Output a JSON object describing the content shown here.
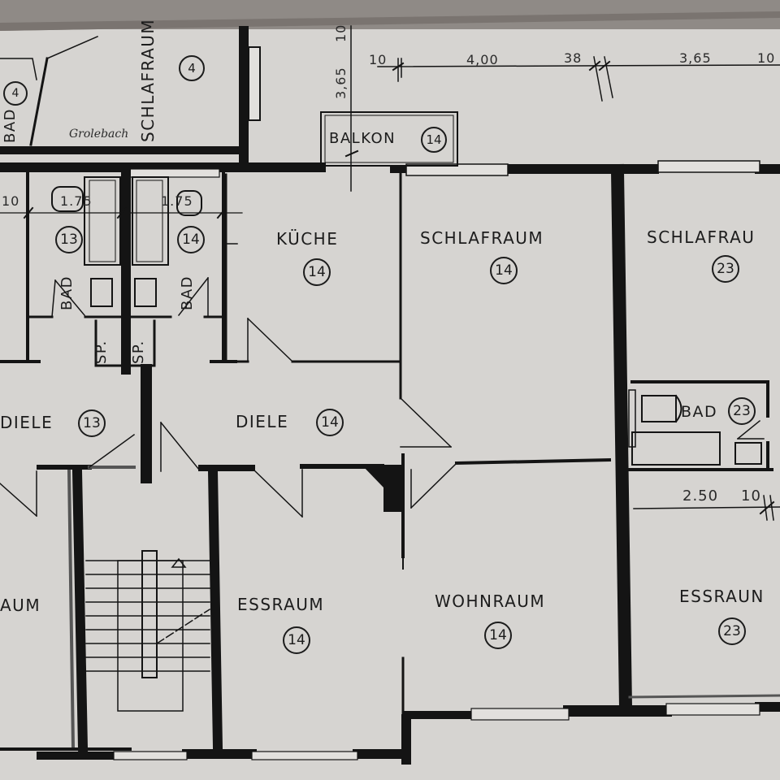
{
  "plan": {
    "paper_color": "#d8d6d3",
    "ink_color": "#141414",
    "backdrop_color": "#8f8a86",
    "handwritten_note": "Grolebach"
  },
  "rooms": {
    "top_bad": {
      "label": "BAD",
      "unit": "4"
    },
    "top_schlafraum": {
      "label": "SCHLAFRAUM",
      "unit": "4"
    },
    "balkon": {
      "label": "BALKON",
      "unit": "14"
    },
    "bad_13": {
      "label": "BAD",
      "unit": "13",
      "sp": "SP."
    },
    "bad_14": {
      "label": "BAD",
      "unit": "14",
      "sp": "SP."
    },
    "kueche": {
      "label": "KÜCHE",
      "unit": "14"
    },
    "schlafraum_14": {
      "label": "SCHLAFRAUM",
      "unit": "14"
    },
    "schlafraum_23": {
      "label": "SCHLAFRAU",
      "unit": "23"
    },
    "bad_23": {
      "label": "BAD",
      "unit": "23"
    },
    "diele_13": {
      "label": "DIELE",
      "unit": "13"
    },
    "diele_14": {
      "label": "DIELE",
      "unit": "14"
    },
    "left_raum": {
      "label": "AUM"
    },
    "essraum_14": {
      "label": "ESSRAUM",
      "unit": "14"
    },
    "wohnraum_14": {
      "label": "WOHNRAUM",
      "unit": "14"
    },
    "essraum_23": {
      "label": "ESSRAUN",
      "unit": "23"
    }
  },
  "dimensions": {
    "top_10_left": "10",
    "top_400": "4,00",
    "top_38": "38",
    "top_365": "3,65",
    "top_10_right": "10",
    "vertical_365": "3,65",
    "vertical_10": "10",
    "bad_left_10": "10",
    "bad13_175": "1.75",
    "bad14_175": "1.75",
    "right_250": "2.50",
    "right_10": "10"
  }
}
